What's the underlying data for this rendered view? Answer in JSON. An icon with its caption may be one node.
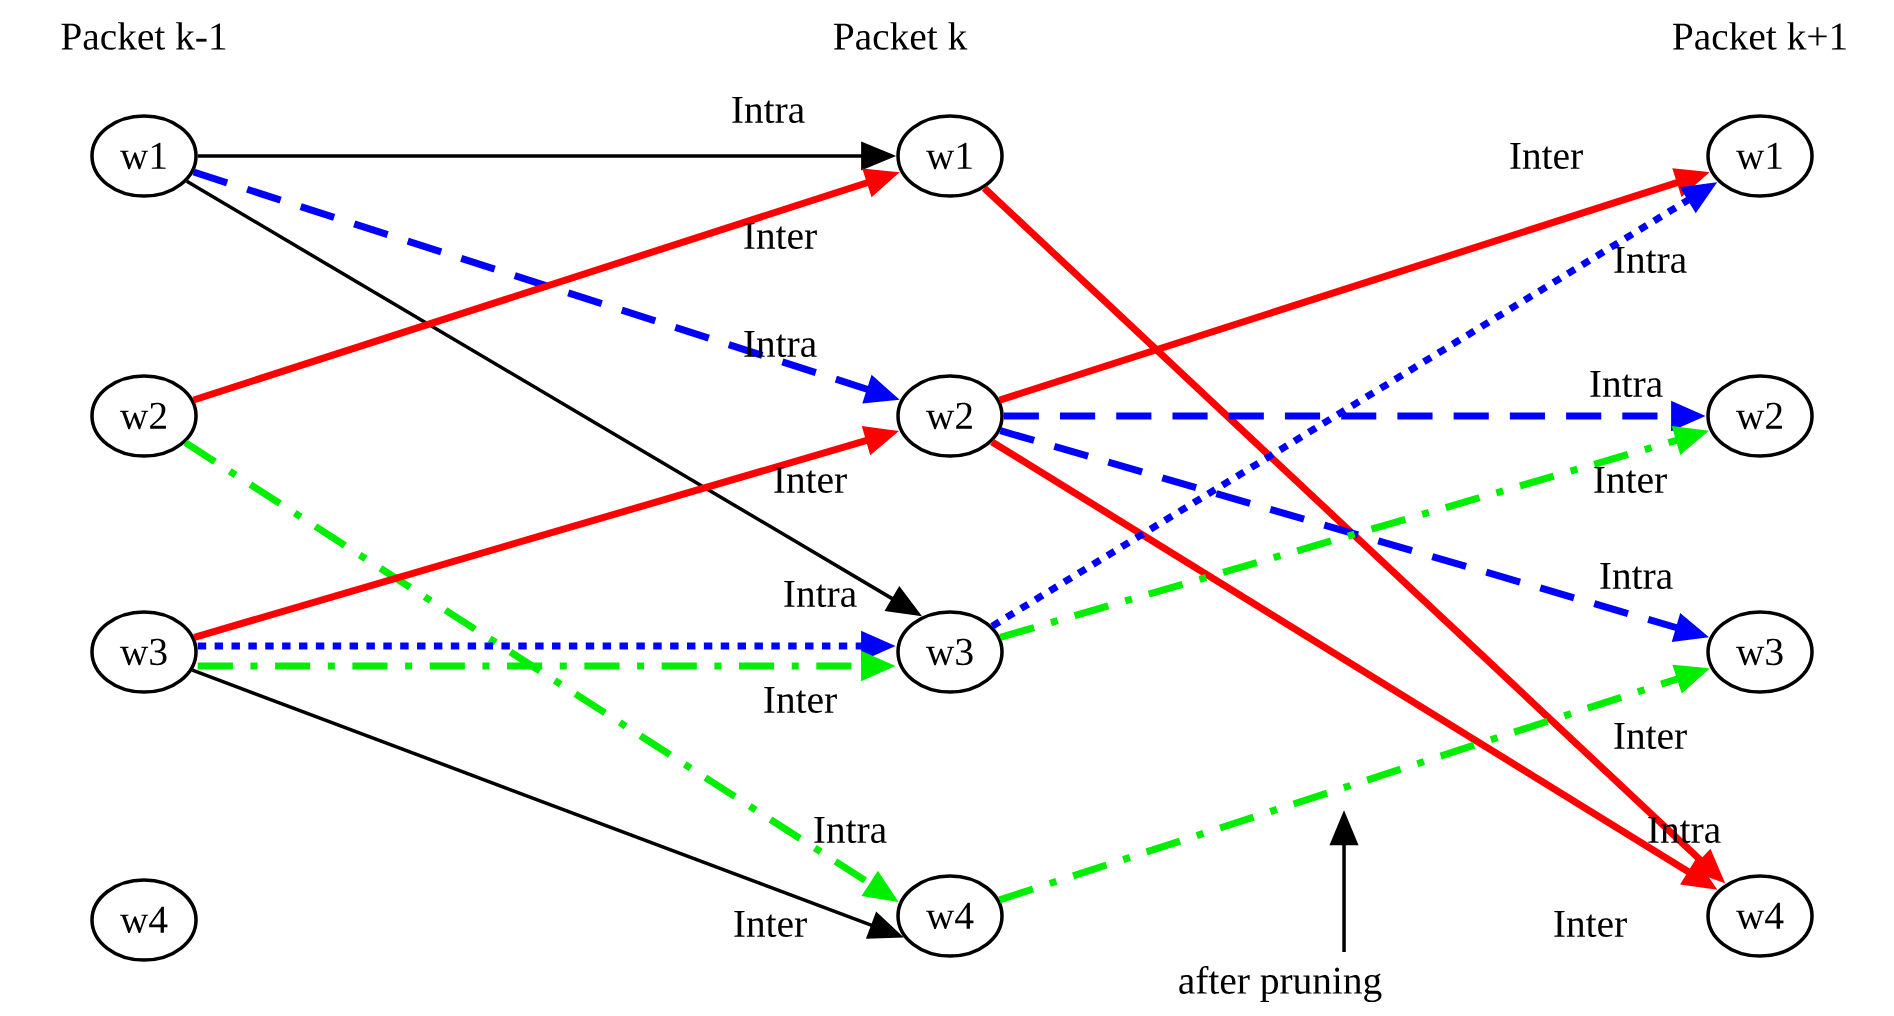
{
  "diagram": {
    "nodes": [
      {
        "text": [
          "w1"
        ]
      },
      {
        "text": [
          "w2"
        ]
      },
      {
        "text": [
          "w3"
        ]
      },
      {
        "text": [
          "w4"
        ]
      },
      {
        "text": [
          "w1"
        ]
      },
      {
        "text": [
          "w2"
        ]
      },
      {
        "text": [
          "w3"
        ]
      },
      {
        "text": [
          "w4"
        ]
      },
      {
        "text": [
          "w1"
        ]
      },
      {
        "text": [
          "w2"
        ]
      },
      {
        "text": [
          "w3"
        ]
      },
      {
        "text": [
          "w4"
        ]
      }
    ],
    "edges": [
      {
        "from": 0,
        "to": 4,
        "arrow": "to",
        "label": "Intra",
        "color": "#000000"
      },
      {
        "from": 0,
        "to": 5,
        "arrow": "to",
        "label": "Intra",
        "style": "dashed",
        "color": "#0000ff"
      },
      {
        "from": 0,
        "to": 6,
        "arrow": "to",
        "color": "#000000"
      },
      {
        "from": 1,
        "to": 4,
        "arrow": "to",
        "label": "Inter",
        "color": "#ff0000"
      },
      {
        "from": 1,
        "to": 7,
        "arrow": "to",
        "label": "Intra",
        "style": "dashed",
        "color": "#00ee00"
      },
      {
        "from": 2,
        "to": 5,
        "arrow": "to",
        "label": "Inter",
        "color": "#ff0000"
      },
      {
        "from": 2,
        "to": 6,
        "arrow": "to",
        "label": "Intra",
        "style": "dashed",
        "color": "#0000ff"
      },
      {
        "from": 2,
        "to": 6,
        "arrow": "to",
        "label": "Inter",
        "style": "dashed",
        "color": "#00ee00"
      },
      {
        "from": 2,
        "to": 7,
        "arrow": "to",
        "label": "Inter",
        "color": "#000000"
      },
      {
        "from": 4,
        "to": 11,
        "arrow": "to",
        "label": "Intra",
        "color": "#ff0000"
      },
      {
        "from": 5,
        "to": 8,
        "arrow": "to",
        "label": "Inter",
        "color": "#ff0000"
      },
      {
        "from": 5,
        "to": 9,
        "arrow": "to",
        "label": "Intra",
        "style": "dashed",
        "color": "#0000ff"
      },
      {
        "from": 5,
        "to": 10,
        "arrow": "to",
        "label": "Intra",
        "style": "dashed",
        "color": "#0000ff"
      },
      {
        "from": 5,
        "to": 11,
        "arrow": "to",
        "label": "Inter",
        "color": "#ff0000"
      },
      {
        "from": 6,
        "to": 8,
        "arrow": "to",
        "label": "Intra",
        "style": "dashed",
        "color": "#0000ff"
      },
      {
        "from": 6,
        "to": 9,
        "arrow": "to",
        "label": "Inter",
        "style": "dashed",
        "color": "#00ee00"
      },
      {
        "from": 7,
        "to": 10,
        "arrow": "to",
        "label": "Inter",
        "style": "dashed",
        "color": "#00ee00"
      }
    ],
    "labels": [
      "Packet k-1",
      "Packet k",
      "Packet k+1",
      "after pruning"
    ]
  }
}
